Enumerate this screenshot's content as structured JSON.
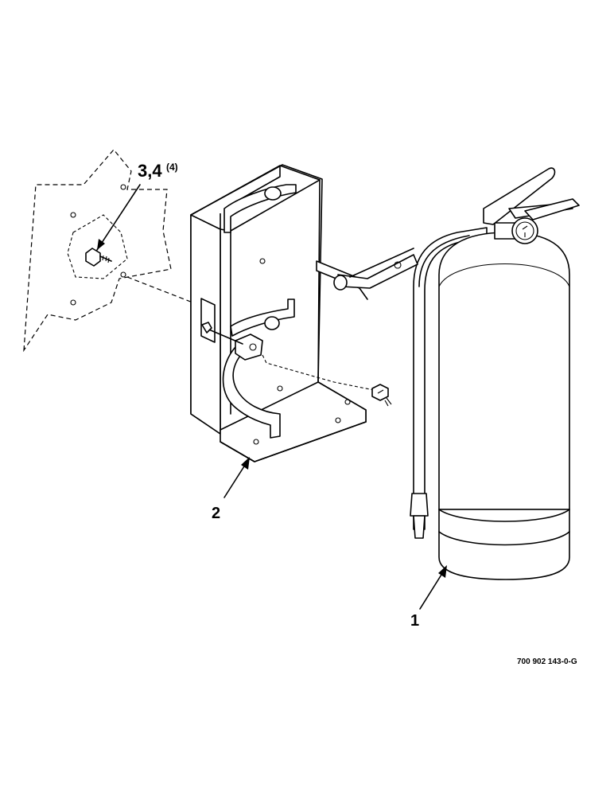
{
  "callouts": {
    "bolt_nut": "3,4",
    "bolt_nut_qty": "(4)",
    "bracket": "2",
    "extinguisher": "1"
  },
  "drawing_number": "700 902 143-0-G"
}
